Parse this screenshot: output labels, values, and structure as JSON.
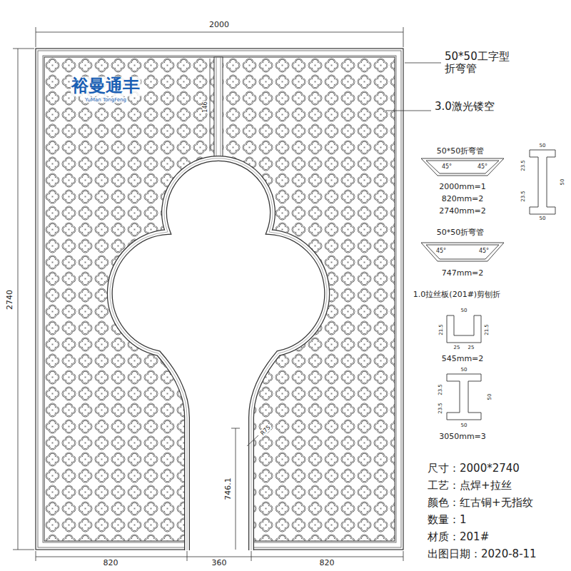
{
  "diagram": {
    "labels": [
      "2000",
      "裕曼通丰",
      "YuMan TongFeng",
      "50*50工字型 折弯管",
      "3.0激光镂空",
      "2740",
      "146",
      "50*50折弯管",
      "45°",
      "45°",
      "2000mm=1",
      "820mm=2",
      "2740mm=2",
      "50",
      "23.5",
      "23.5",
      "50",
      "50",
      "50*50折弯管",
      "45°",
      "45°",
      "747mm=2",
      "1.0拉丝板(201#)剪刨折",
      "50",
      "21.5",
      "21.5",
      "25",
      "25",
      "545mm=2",
      "50",
      "23.5",
      "23.5",
      "50",
      "50",
      "3050mm=3",
      "R75",
      "746.1",
      "尺寸：2000*2740",
      "工艺：点焊+拉丝",
      "颜色：红古铜+无指纹",
      "数量：1",
      "材质：201#",
      "出图日期：2020-8-11",
      "820",
      "360",
      "820"
    ]
  }
}
